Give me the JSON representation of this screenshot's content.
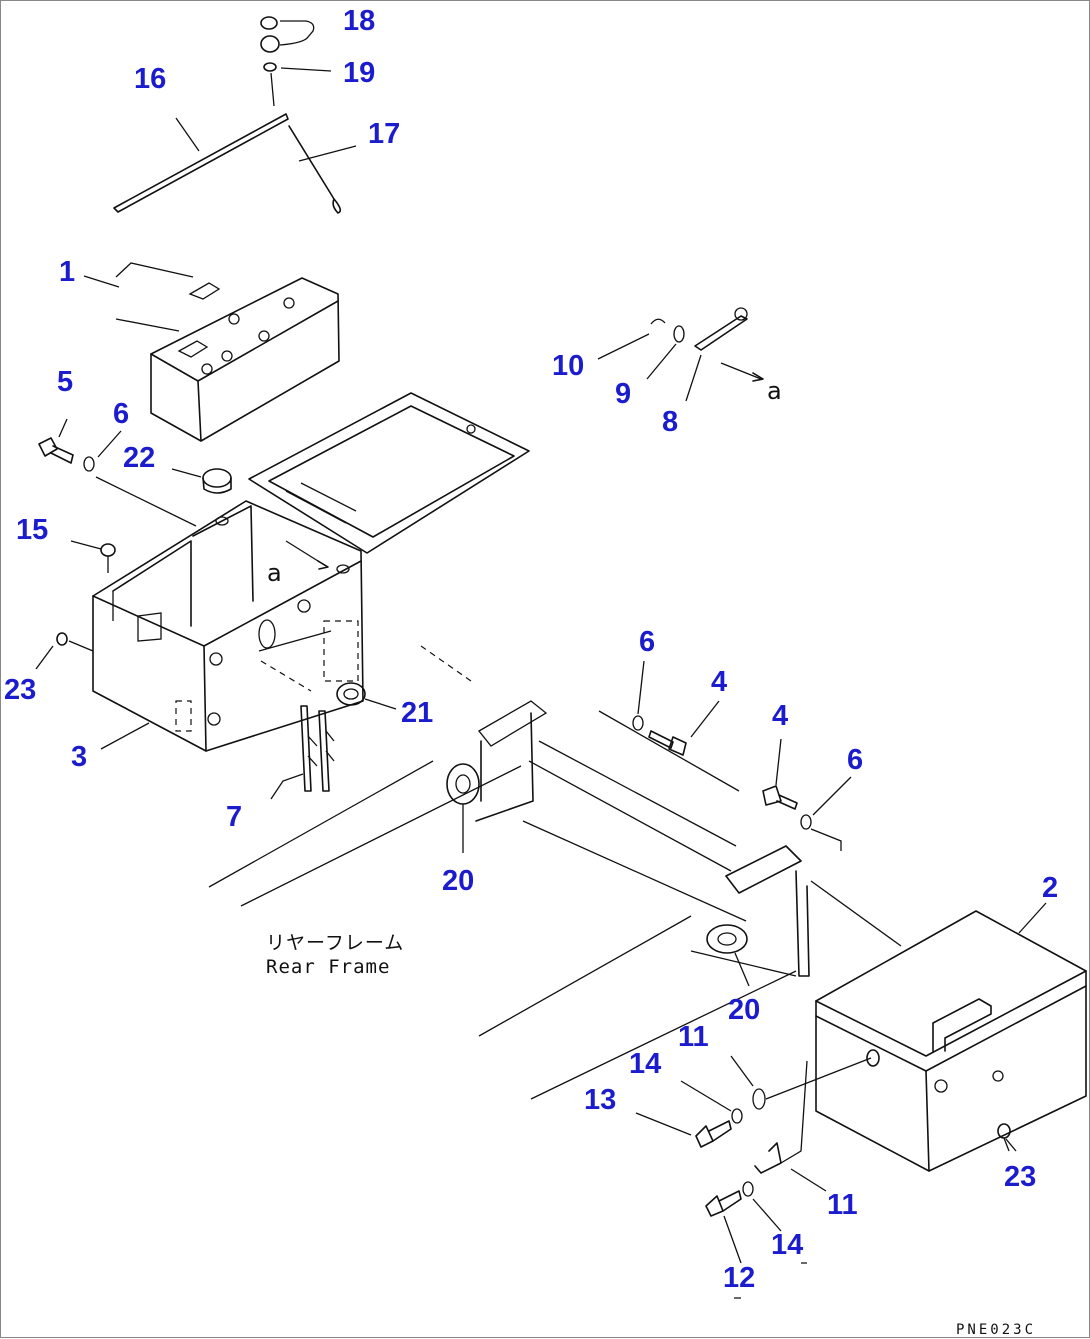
{
  "diagram": {
    "caption_jp": "リヤーフレーム",
    "caption_en": "Rear Frame",
    "drawing_code": "PNE023C",
    "ref_mark": "a"
  },
  "callouts": {
    "c1": "1",
    "c2": "2",
    "c3": "3",
    "c4a": "4",
    "c4b": "4",
    "c5": "5",
    "c6a": "6",
    "c6b": "6",
    "c6c": "6",
    "c7": "7",
    "c8": "8",
    "c9": "9",
    "c10": "10",
    "c11a": "11",
    "c11b": "11",
    "c12": "12",
    "c13": "13",
    "c14a": "14",
    "c14b": "14",
    "c15": "15",
    "c16": "16",
    "c17": "17",
    "c18": "18",
    "c19": "19",
    "c20a": "20",
    "c20b": "20",
    "c21": "21",
    "c22": "22",
    "c23a": "23",
    "c23b": "23"
  },
  "colors": {
    "callout": "#1c1ccf",
    "line": "#111111",
    "background": "#ffffff"
  }
}
